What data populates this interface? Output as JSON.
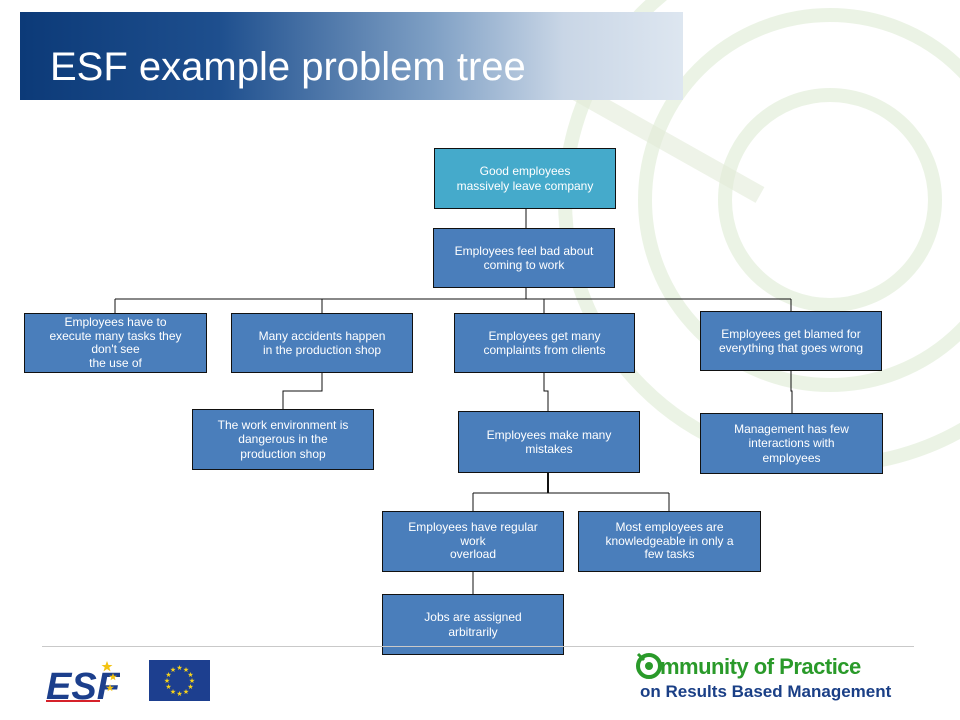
{
  "title": "ESF example problem tree",
  "nodes": {
    "effect_top": "Good employees\nmassively leave company",
    "core_problem": "Employees feel bad about\ncoming to work",
    "cause_tasks": "Employees have to\nexecute many tasks they\ndon't see\nthe use of",
    "cause_accidents": "Many accidents happen\nin the production shop",
    "cause_complaints": "Employees get many\ncomplaints from clients",
    "cause_blamed": "Employees get blamed for\neverything that goes wrong",
    "sub_environment": "The work environment is\ndangerous in the\nproduction shop",
    "sub_mistakes": "Employees make many\nmistakes",
    "sub_management": "Management has few\ninteractions with\nemployees",
    "root_overload": "Employees have regular\nwork\noverload",
    "root_knowledge": "Most employees are\nknowledgeable in only a\nfew tasks",
    "root_arbitrary": "Jobs are assigned\narbitrarily"
  },
  "footer": {
    "esf_logo_text": "ESF",
    "cop_line1": "mmunity of Practice",
    "cop_line2": "on Results Based Management"
  },
  "colors": {
    "box_fill": "#4a7ebb",
    "top_box_fill": "#45aacb",
    "title_dark": "#0c3a78",
    "cop_green": "#2a9a2a",
    "cop_blue": "#1a3f86"
  }
}
